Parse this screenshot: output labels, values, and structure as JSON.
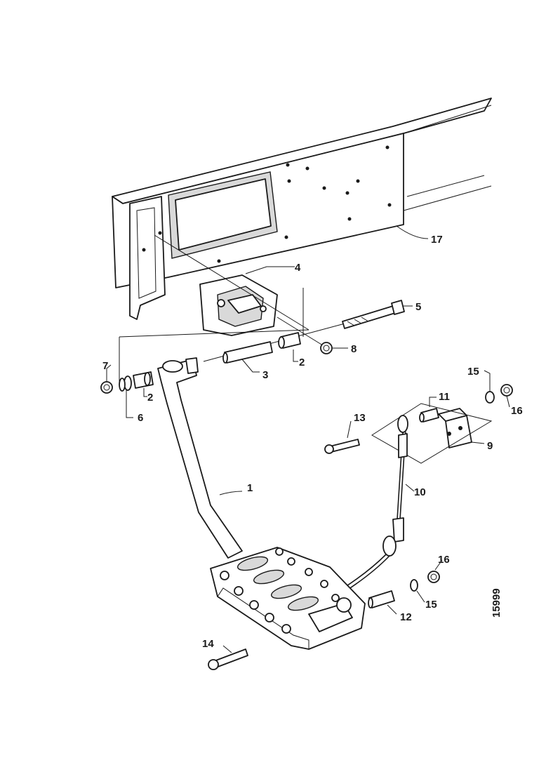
{
  "callouts": {
    "c1": "1",
    "c2a": "2",
    "c2b": "2",
    "c3": "3",
    "c4": "4",
    "c5": "5",
    "c6": "6",
    "c7": "7",
    "c8": "8",
    "c9": "9",
    "c10": "10",
    "c11": "11",
    "c12": "12",
    "c13": "13",
    "c14": "14",
    "c15a": "15",
    "c15b": "15",
    "c16a": "16",
    "c16b": "16",
    "c17": "17"
  },
  "figure_number": "15999"
}
